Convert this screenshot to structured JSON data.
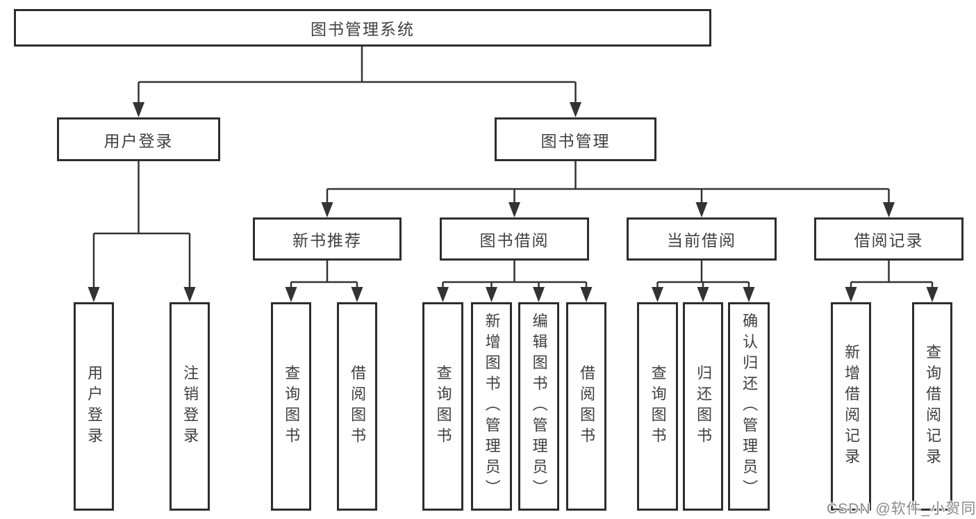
{
  "tree": {
    "label": "图书管理系统",
    "children": [
      {
        "label": "用户登录",
        "children": [
          {
            "label": "用户登录"
          },
          {
            "label": "注销登录"
          }
        ]
      },
      {
        "label": "图书管理",
        "children": [
          {
            "label": "新书推荐",
            "children": [
              {
                "label": "查询图书"
              },
              {
                "label": "借阅图书"
              }
            ]
          },
          {
            "label": "图书借阅",
            "children": [
              {
                "label": "查询图书"
              },
              {
                "label": "新增图书（管理员）"
              },
              {
                "label": "编辑图书（管理员）"
              },
              {
                "label": "借阅图书"
              }
            ]
          },
          {
            "label": "当前借阅",
            "children": [
              {
                "label": "查询图书"
              },
              {
                "label": "归还图书"
              },
              {
                "label": "确认归还（管理员）"
              }
            ]
          },
          {
            "label": "借阅记录",
            "children": [
              {
                "label": "新增借阅记录"
              },
              {
                "label": "查询借阅记录"
              }
            ]
          }
        ]
      }
    ]
  },
  "watermark": {
    "text": "CSDN @软件_小贺同学"
  },
  "colors": {
    "box_border": "#2d2d2d",
    "connector_line": "#333333",
    "text": "#3f3f3f",
    "background": "#ffffff",
    "watermark_text": "#8a8a8a"
  }
}
